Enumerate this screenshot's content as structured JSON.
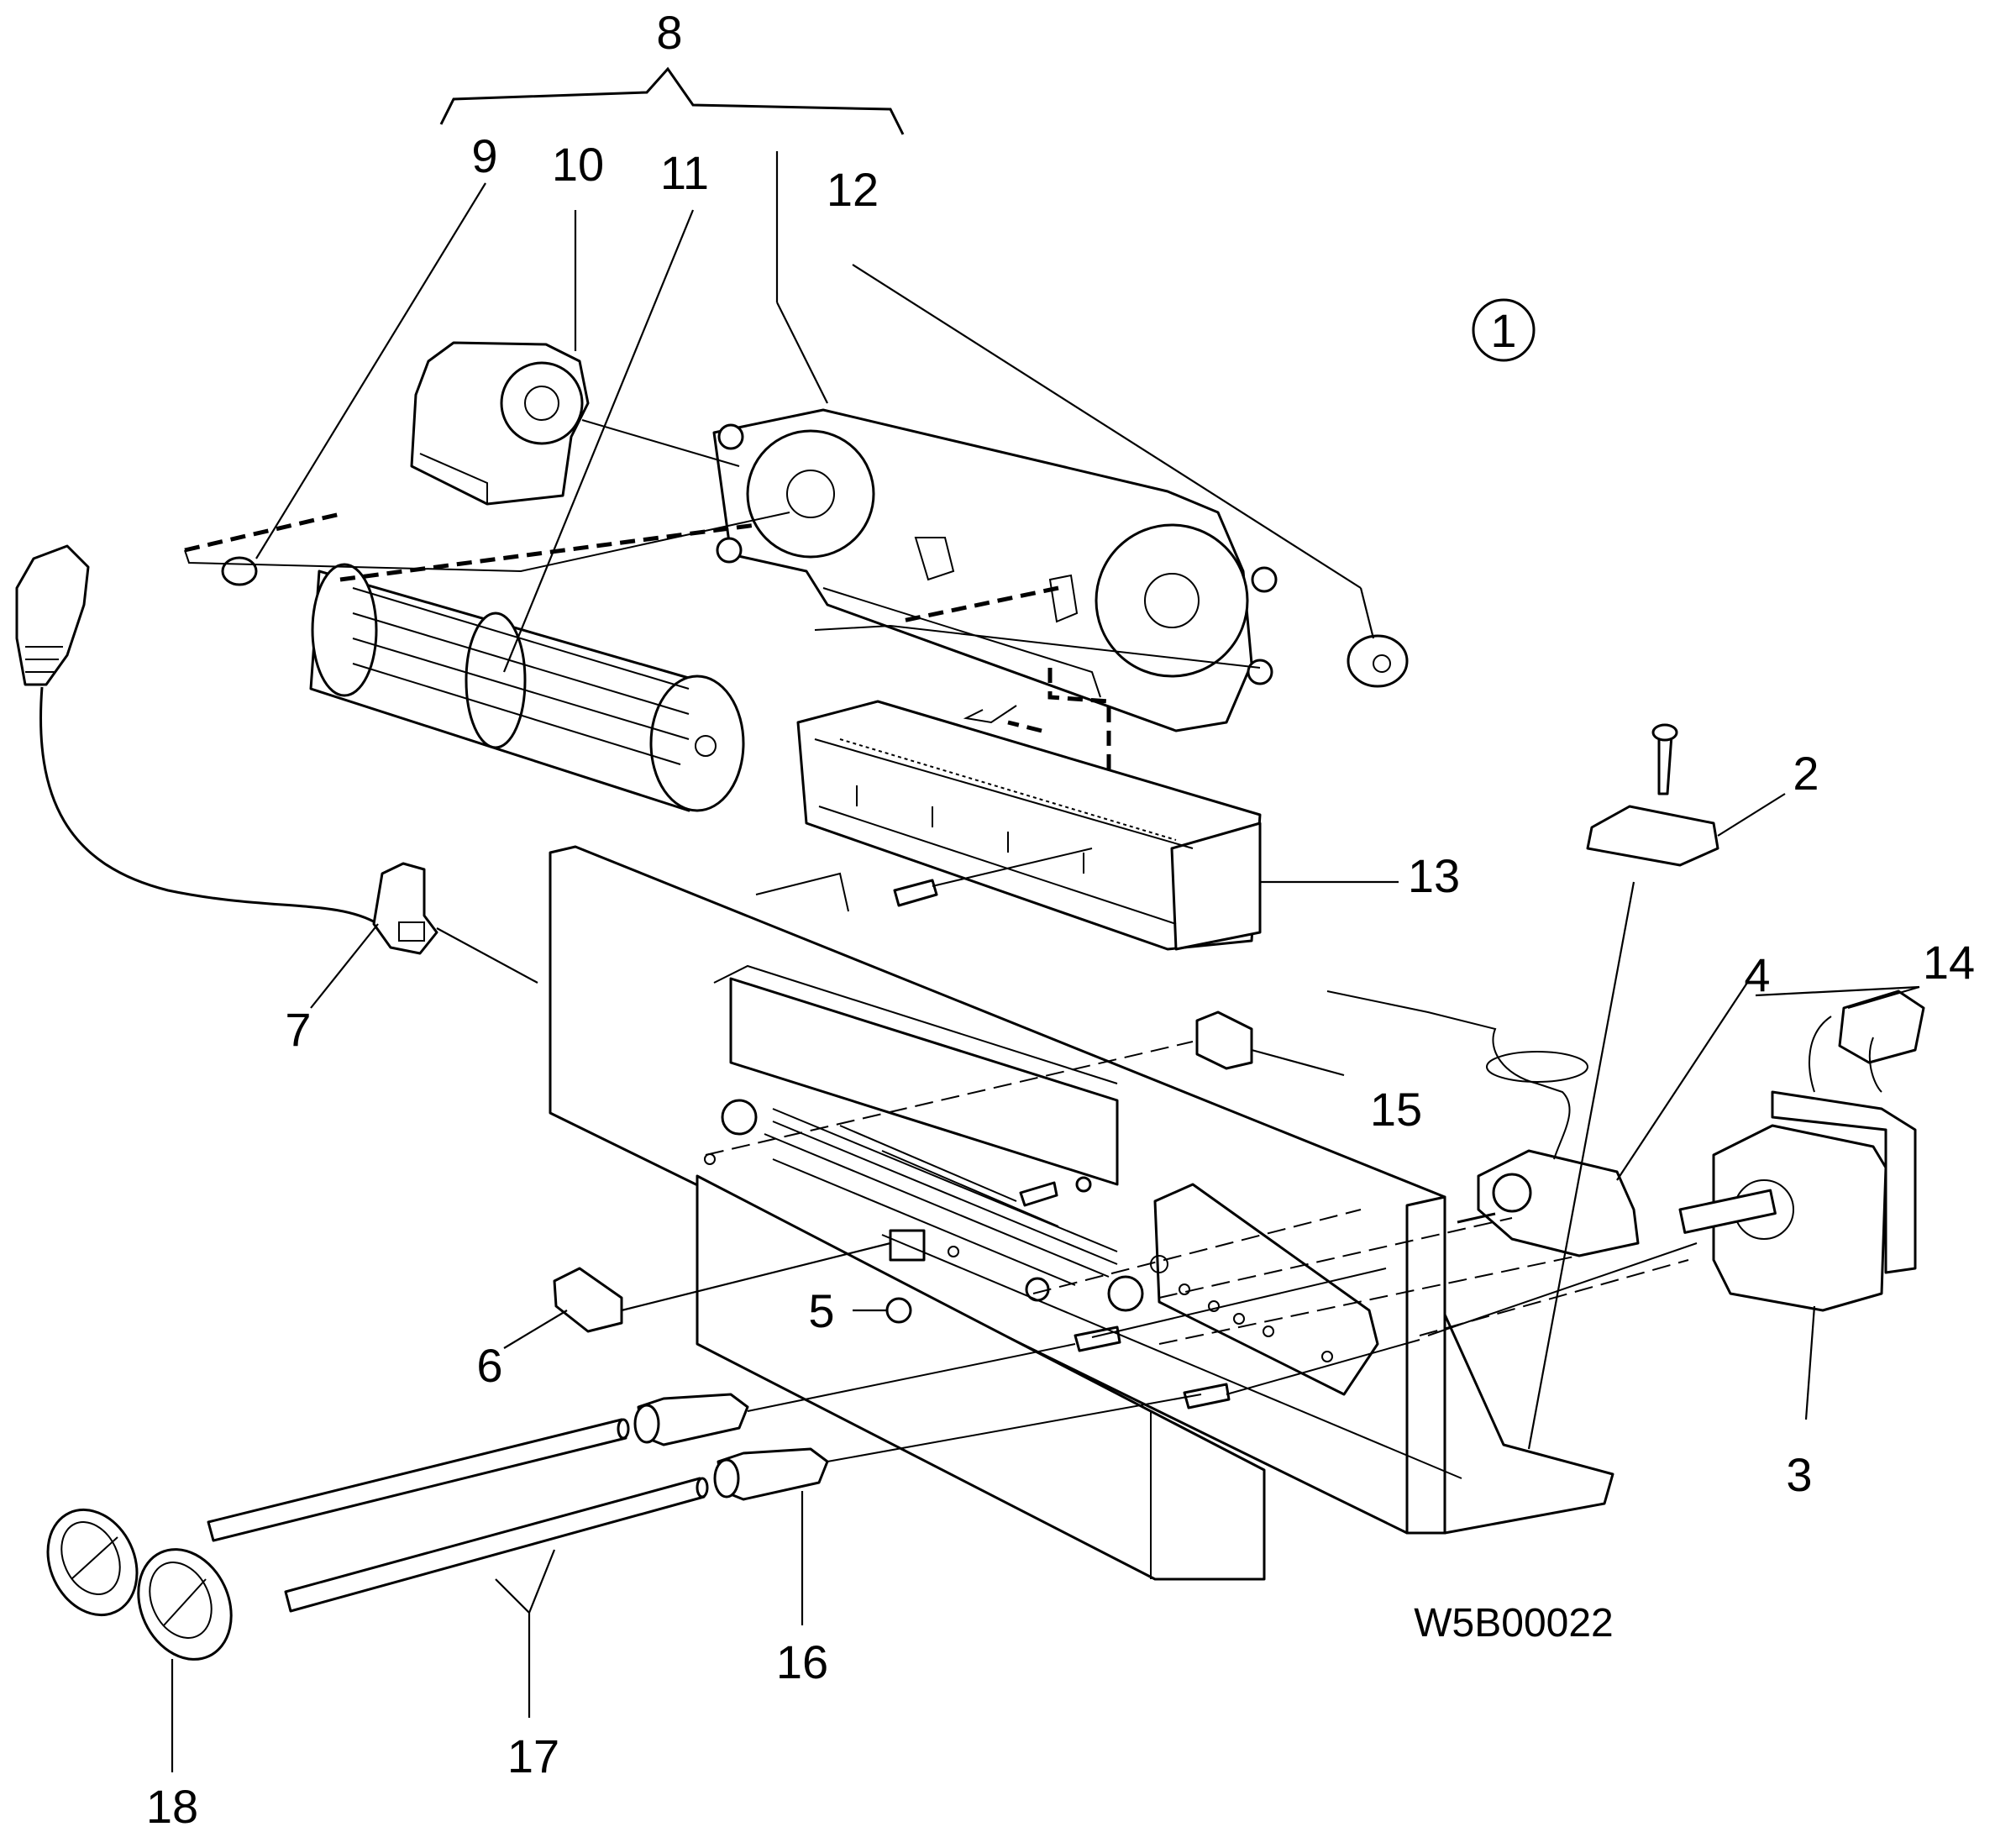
{
  "diagram": {
    "drawing_code": "W5B00022",
    "view_marker": "1",
    "callouts": [
      "2",
      "3",
      "4",
      "5",
      "6",
      "7",
      "8",
      "9",
      "10",
      "11",
      "12",
      "13",
      "14",
      "15",
      "16",
      "17",
      "18"
    ]
  }
}
